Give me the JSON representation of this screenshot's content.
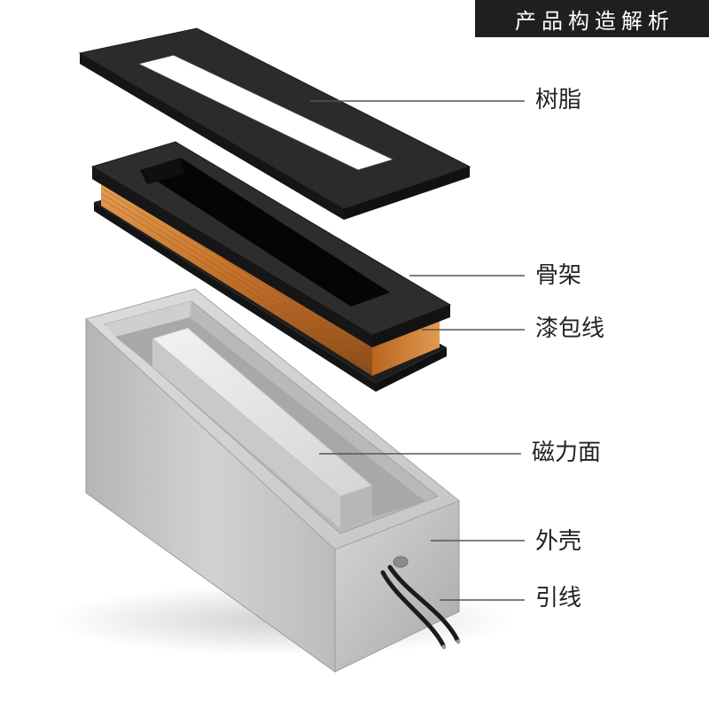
{
  "header": {
    "title": "产品构造解析"
  },
  "colors": {
    "title_background": "#1f1f1f",
    "resin_plate": "#2b2b2b",
    "copper_coil": "#c8752c",
    "steel_shell": "#c4c4c4",
    "callout_line": "#555555"
  },
  "callouts": {
    "resin": "树脂",
    "bobbin": "骨架",
    "enameled_wire": "漆包线",
    "magnetic_face": "磁力面",
    "shell": "外壳",
    "lead_wire": "引线"
  }
}
